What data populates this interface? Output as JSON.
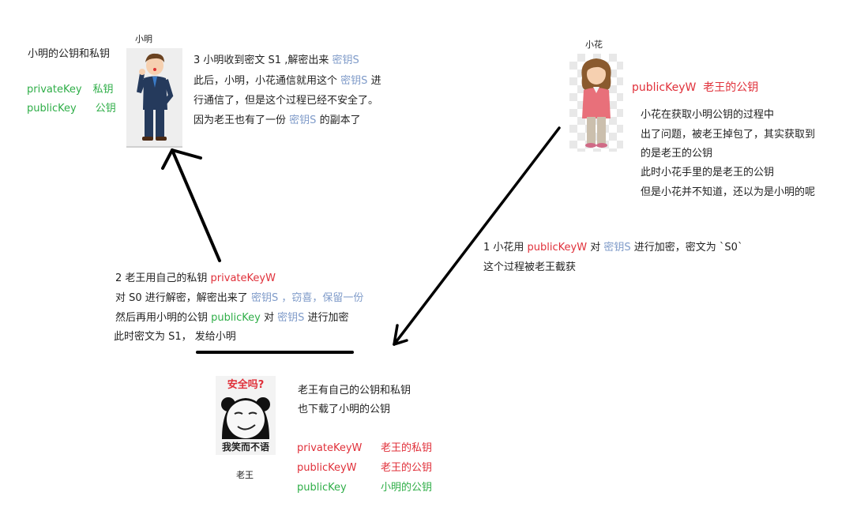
{
  "xiaoming": {
    "name_label": "小明",
    "keys_title": "小明的公钥和私钥",
    "keys": [
      {
        "key": "privateKey",
        "desc": "私钥"
      },
      {
        "key": "publicKey",
        "desc": "公钥"
      }
    ]
  },
  "step3": {
    "prefix": "3  小明收到密文 S1 ,解密出来",
    "key_s": "密钥S",
    "line2_pre": "此后，小明，小花通信就用这个",
    "line2_post": "进",
    "line3": "行通信了，但是这个过程已经不安全了。",
    "line4_pre": "因为老王也有了一份",
    "line4_post": "的副本了"
  },
  "xiaohua": {
    "name_label": "小花",
    "held_key": "publicKeyW",
    "held_key_desc": "老王的公钥",
    "notes": [
      "小花在获取小明公钥的过程中",
      "出了问题，被老王掉包了，其实获取到",
      "的是老王的公钥",
      "此时小花手里的是老王的公钥",
      "但是小花并不知道，还以为是小明的呢"
    ]
  },
  "step1": {
    "prefix": "1  小花用",
    "key_w": "publicKeyW",
    "mid": "对",
    "key_s": "密钥S",
    "suffix": "进行加密，密文为 `S0`",
    "line2": "这个过程被老王截获"
  },
  "step2": {
    "line1_pre": "2  老王用自己的私钥",
    "line1_key": "privateKeyW",
    "line2_pre": "对 S0 进行解密，解密出来了",
    "line2_key": "密钥S ，窃喜，保留一份",
    "line3_pre": "然后再用小明的公钥",
    "line3_key": "publicKey",
    "line3_mid": "对",
    "line3_key2": "密钥S",
    "line3_post": "进行加密",
    "line4": "此时密文为 S1， 发给小明"
  },
  "laowang": {
    "name_label": "老王",
    "meme_top": "安全吗?",
    "meme_bottom": "我笑而不语",
    "desc": [
      "老王有自己的公钥和私钥",
      "也下载了小明的公钥"
    ],
    "keys": [
      {
        "key": "privateKeyW",
        "desc": "老王的私钥",
        "color": "red"
      },
      {
        "key": "publicKeyW",
        "desc": "老王的公钥",
        "color": "red"
      },
      {
        "key": "publicKey",
        "desc": "小明的公钥",
        "color": "green"
      }
    ]
  },
  "colors": {
    "red": "#e0303a",
    "green": "#2fae48",
    "blue": "#7f9bc9",
    "arrow": "#000000"
  }
}
